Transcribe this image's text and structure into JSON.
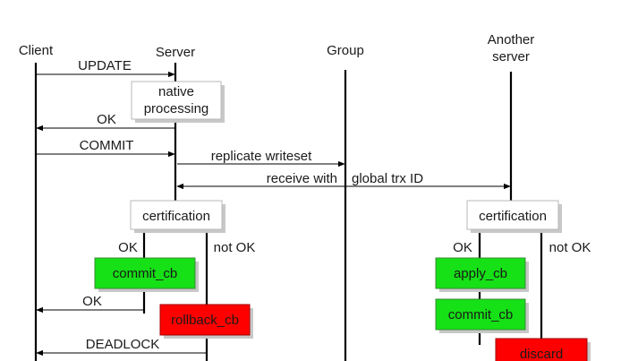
{
  "participants": {
    "client": "Client",
    "server": "Server",
    "group": "Group",
    "another_server_line1": "Another",
    "another_server_line2": "server"
  },
  "messages": {
    "update": "UPDATE",
    "ok_native": "OK",
    "commit": "COMMIT",
    "replicate": "replicate writeset",
    "receive_left": "receive with",
    "receive_right": "global trx ID",
    "ok_commit": "OK",
    "deadlock": "DEADLOCK"
  },
  "boxes": {
    "native_line1": "native",
    "native_line2": "processing",
    "certification_server": "certification",
    "certification_another": "certification",
    "commit_cb_server": "commit_cb",
    "rollback_cb": "rollback_cb",
    "apply_cb": "apply_cb",
    "commit_cb_another": "commit_cb",
    "discard": "discard"
  },
  "branches": {
    "server_ok": "OK",
    "server_not_ok": "not OK",
    "another_ok": "OK",
    "another_not_ok": "not OK"
  },
  "colors": {
    "success": "#16e016",
    "failure": "#ff0000"
  }
}
